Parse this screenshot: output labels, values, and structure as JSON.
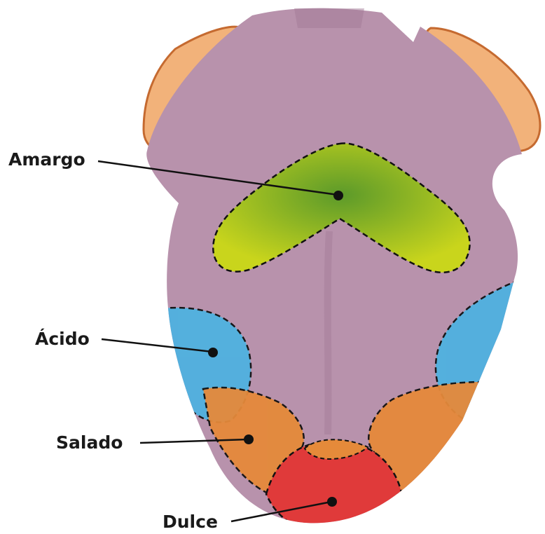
{
  "labels": {
    "bitter": "Amargo",
    "sour": "Ácido",
    "salty": "Salado",
    "sweet": "Dulce"
  },
  "colors": {
    "tongue": "#b892ac",
    "tongue_dark": "#a27a96",
    "bitter": "#a9cc1c",
    "sour": "#4fb2e0",
    "salty": "#e58a3a",
    "sweet": "#e03a3a",
    "tonsil": "#f2b27a",
    "tonsil_edge": "#cf6a3a"
  }
}
